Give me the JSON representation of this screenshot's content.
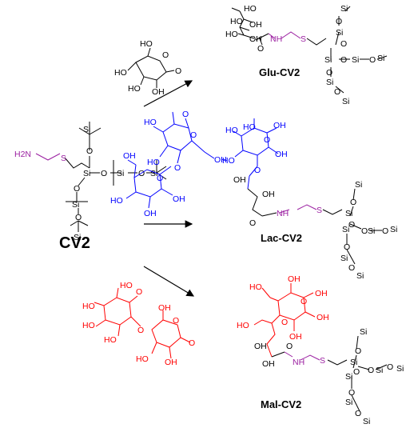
{
  "colors": {
    "glucose": "#000000",
    "lactose": "#0000ff",
    "maltose": "#ff0000",
    "linker": "#9b1fa1",
    "bond": "#000000"
  },
  "labels": {
    "cv2": "CV2",
    "glu": "Glu-CV2",
    "lac": "Lac-CV2",
    "mal": "Mal-CV2"
  },
  "atoms": {
    "si": "Si",
    "o": "O",
    "s": "S",
    "h2n": "H2N",
    "nh": "NH",
    "ho": "HO",
    "oh": "OH"
  }
}
